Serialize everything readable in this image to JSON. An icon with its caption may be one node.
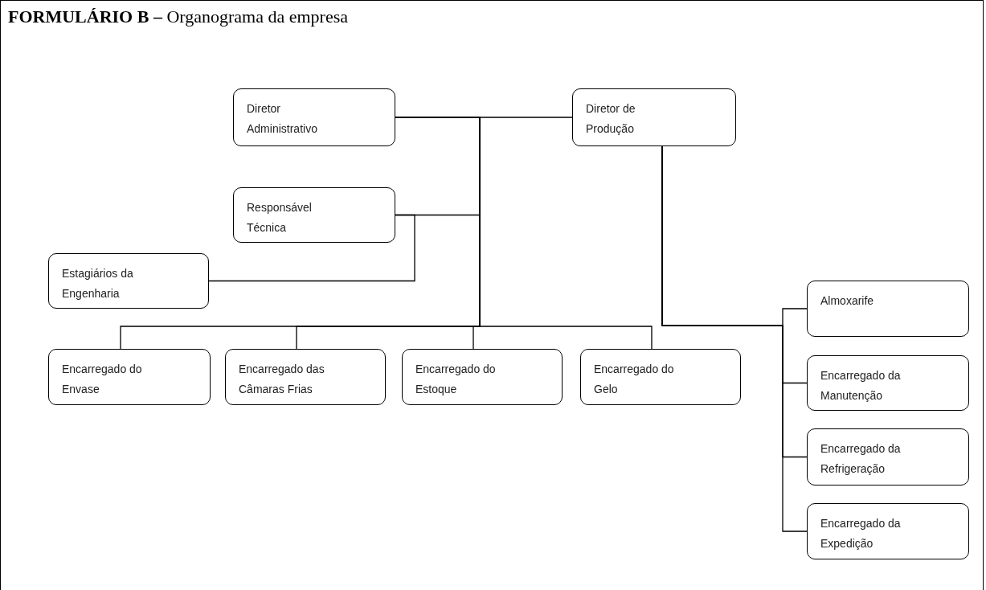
{
  "diagram": {
    "title": "**FORMULÁRIO B –** Organograma da empresa",
    "nodes": [
      {
        "text": [
          "Diretor Administrativo"
        ]
      },
      {
        "text": [
          "Diretor de Produção"
        ]
      },
      {
        "text": [
          "Responsável Técnica"
        ]
      },
      {
        "text": [
          "Estagiários da Engenharia"
        ]
      },
      {
        "text": [
          "Encarregado do Envase"
        ]
      },
      {
        "text": [
          "Encarregado das Câmaras Frias"
        ]
      },
      {
        "text": [
          "Encarregado do Estoque"
        ]
      },
      {
        "text": [
          "Encarregado do Gelo"
        ]
      },
      {
        "text": [
          "Almoxarife"
        ]
      },
      {
        "text": [
          "Encarregado da Manutenção"
        ]
      },
      {
        "text": [
          "Encarregado da Refrigeração"
        ]
      },
      {
        "text": [
          "Encarregado da Expedição"
        ]
      }
    ],
    "edges": [
      {
        "from": 0,
        "to": 1,
        "arrow": "none"
      },
      {
        "from": 0,
        "to": 2,
        "arrow": "none"
      },
      {
        "from": 2,
        "to": 3,
        "arrow": "none"
      },
      {
        "from": 0,
        "to": 4,
        "arrow": "none"
      },
      {
        "from": 0,
        "to": 5,
        "arrow": "none"
      },
      {
        "from": 0,
        "to": 6,
        "arrow": "none"
      },
      {
        "from": 0,
        "to": 7,
        "arrow": "none"
      },
      {
        "from": 1,
        "to": 8,
        "arrow": "none"
      },
      {
        "from": 1,
        "to": 9,
        "arrow": "none"
      },
      {
        "from": 1,
        "to": 10,
        "arrow": "none"
      },
      {
        "from": 1,
        "to": 11,
        "arrow": "none"
      }
    ]
  }
}
